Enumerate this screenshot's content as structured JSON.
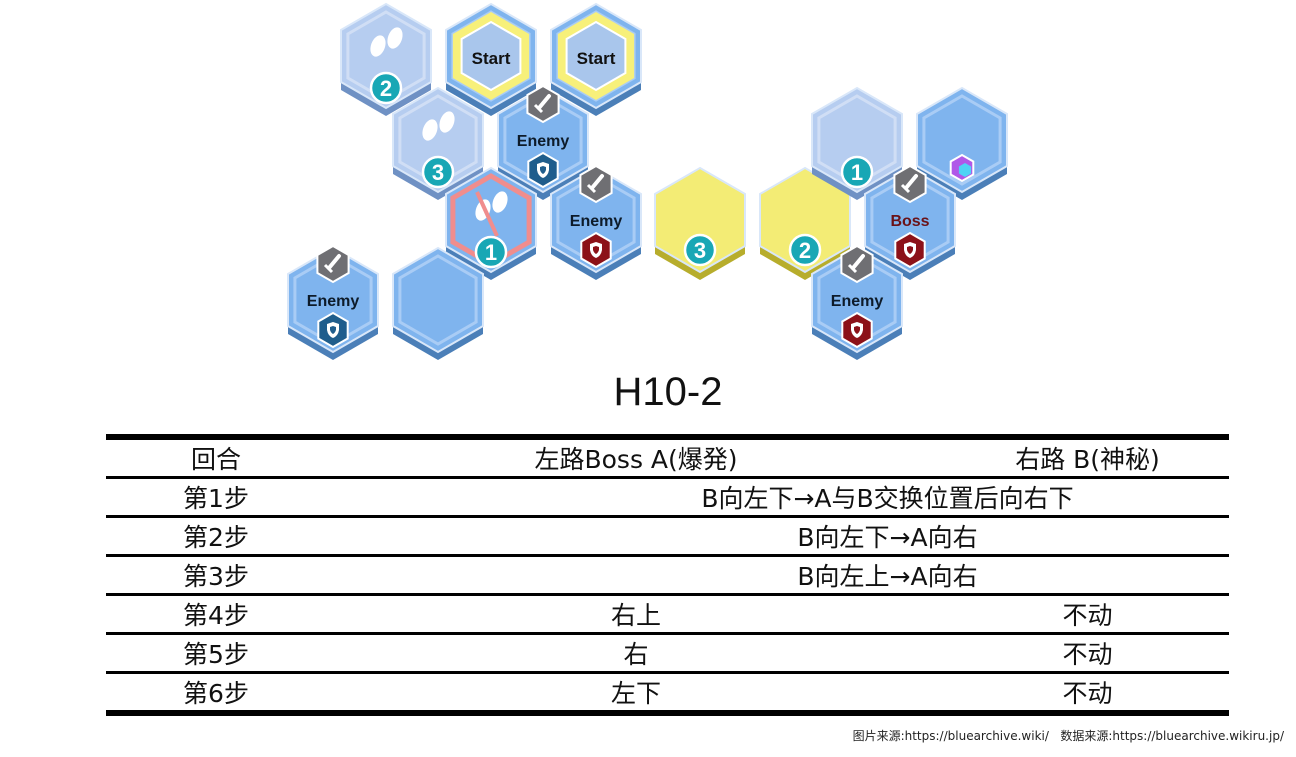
{
  "map": {
    "tiles": [
      {
        "type": "footprint",
        "badge": "2"
      },
      {
        "type": "start",
        "label": "Start"
      },
      {
        "type": "start",
        "label": "Start"
      },
      {
        "type": "footprint",
        "badge": "3"
      },
      {
        "type": "enemy",
        "label": "Enemy",
        "shield": "blue"
      },
      {
        "type": "broken",
        "badge": "1"
      },
      {
        "type": "enemy",
        "label": "Enemy",
        "shield": "red"
      },
      {
        "type": "yellow",
        "badge": "3"
      },
      {
        "type": "yellow",
        "badge": "2"
      },
      {
        "type": "pale",
        "badge": "1"
      },
      {
        "type": "gem"
      },
      {
        "type": "boss",
        "label": "Boss",
        "shield": "red"
      },
      {
        "type": "enemy",
        "label": "Enemy",
        "shield": "blue"
      },
      {
        "type": "plain"
      },
      {
        "type": "enemy",
        "label": "Enemy",
        "shield": "red"
      }
    ],
    "colors": {
      "tile": "#7fb4ee",
      "pale": "#b6cdf0",
      "yellow": "#f3ec75",
      "start": "#f7f07a",
      "badge": "#18a7b5",
      "shield_blue": "#1f5d8c",
      "shield_red": "#8c1118"
    }
  },
  "stage_title": "H10-2",
  "table": {
    "headers": [
      "回合",
      "左路Boss A(爆発)",
      "右路 B(神秘)"
    ],
    "rows": [
      {
        "turn": "第1步",
        "merged": "B向左下→A与B交换位置后向右下"
      },
      {
        "turn": "第2步",
        "merged": "B向左下→A向右"
      },
      {
        "turn": "第3步",
        "merged": "B向左上→A向右"
      },
      {
        "turn": "第4步",
        "left": "右上",
        "right": "不动"
      },
      {
        "turn": "第5步",
        "left": "右",
        "right": "不动"
      },
      {
        "turn": "第6步",
        "left": "左下",
        "right": "不动"
      }
    ]
  },
  "credit": "图片来源:https://bluearchive.wiki/   数据来源:https://bluearchive.wikiru.jp/"
}
